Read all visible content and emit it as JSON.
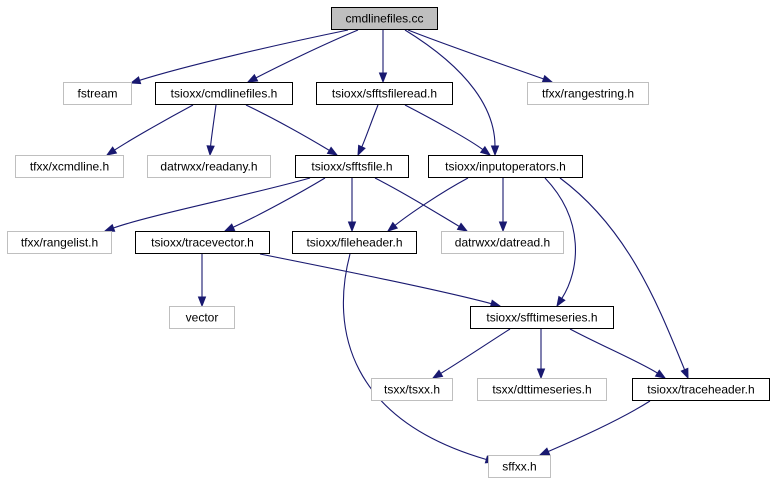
{
  "colors": {
    "edge": "#191970",
    "root_fill": "#bfbfbf",
    "root_stroke": "#000000",
    "documented_stroke": "#000000",
    "external_stroke": "#bfbfbf",
    "external_text": "#000000"
  },
  "nodes": [
    {
      "id": "cmdlinefiles_cc",
      "label": "cmdlinefiles.cc",
      "kind": "root"
    },
    {
      "id": "fstream",
      "label": "fstream",
      "kind": "external"
    },
    {
      "id": "tsioxx_cmdlinefiles_h",
      "label": "tsioxx/cmdlinefiles.h",
      "kind": "documented"
    },
    {
      "id": "tsioxx_sffftsfileread_h",
      "label": "tsioxx/sfftsfileread.h",
      "kind": "documented"
    },
    {
      "id": "tfxx_rangestring_h",
      "label": "tfxx/rangestring.h",
      "kind": "external"
    },
    {
      "id": "tfxx_xcmdline_h",
      "label": "tfxx/xcmdline.h",
      "kind": "external"
    },
    {
      "id": "datrwxx_readany_h",
      "label": "datrwxx/readany.h",
      "kind": "external"
    },
    {
      "id": "tsioxx_sfftsfile_h",
      "label": "tsioxx/sfftsfile.h",
      "kind": "documented"
    },
    {
      "id": "tsioxx_inputoperators_h",
      "label": "tsioxx/inputoperators.h",
      "kind": "documented"
    },
    {
      "id": "tfxx_rangelist_h",
      "label": "tfxx/rangelist.h",
      "kind": "external"
    },
    {
      "id": "tsioxx_tracevector_h",
      "label": "tsioxx/tracevector.h",
      "kind": "documented"
    },
    {
      "id": "tsioxx_fileheader_h",
      "label": "tsioxx/fileheader.h",
      "kind": "documented"
    },
    {
      "id": "datrwxx_datread_h",
      "label": "datrwxx/datread.h",
      "kind": "external"
    },
    {
      "id": "vector",
      "label": "vector",
      "kind": "external"
    },
    {
      "id": "tsioxx_sfftimeseries_h",
      "label": "tsioxx/sfftimeseries.h",
      "kind": "documented"
    },
    {
      "id": "tsxx_tsxx_h",
      "label": "tsxx/tsxx.h",
      "kind": "external"
    },
    {
      "id": "tsxx_dttimeseries_h",
      "label": "tsxx/dttimeseries.h",
      "kind": "external"
    },
    {
      "id": "tsioxx_traceheader_h",
      "label": "tsioxx/traceheader.h",
      "kind": "documented"
    },
    {
      "id": "sffxx_h",
      "label": "sffxx.h",
      "kind": "external"
    }
  ],
  "edges": [
    {
      "from": "cmdlinefiles_cc",
      "to": "fstream"
    },
    {
      "from": "cmdlinefiles_cc",
      "to": "tsioxx_cmdlinefiles_h"
    },
    {
      "from": "cmdlinefiles_cc",
      "to": "tsioxx_sffftsfileread_h"
    },
    {
      "from": "cmdlinefiles_cc",
      "to": "tfxx_rangestring_h"
    },
    {
      "from": "cmdlinefiles_cc",
      "to": "tsioxx_inputoperators_h"
    },
    {
      "from": "tsioxx_cmdlinefiles_h",
      "to": "tfxx_xcmdline_h"
    },
    {
      "from": "tsioxx_cmdlinefiles_h",
      "to": "datrwxx_readany_h"
    },
    {
      "from": "tsioxx_cmdlinefiles_h",
      "to": "tsioxx_sfftsfile_h"
    },
    {
      "from": "tsioxx_sffftsfileread_h",
      "to": "tsioxx_sfftsfile_h"
    },
    {
      "from": "tsioxx_sffftsfileread_h",
      "to": "tsioxx_inputoperators_h"
    },
    {
      "from": "tsioxx_sfftsfile_h",
      "to": "tfxx_rangelist_h"
    },
    {
      "from": "tsioxx_sfftsfile_h",
      "to": "tsioxx_tracevector_h"
    },
    {
      "from": "tsioxx_sfftsfile_h",
      "to": "tsioxx_fileheader_h"
    },
    {
      "from": "tsioxx_sfftsfile_h",
      "to": "datrwxx_datread_h"
    },
    {
      "from": "tsioxx_inputoperators_h",
      "to": "tsioxx_fileheader_h"
    },
    {
      "from": "tsioxx_inputoperators_h",
      "to": "datrwxx_datread_h"
    },
    {
      "from": "tsioxx_inputoperators_h",
      "to": "tsioxx_sfftimeseries_h"
    },
    {
      "from": "tsioxx_inputoperators_h",
      "to": "tsioxx_traceheader_h"
    },
    {
      "from": "tsioxx_tracevector_h",
      "to": "vector"
    },
    {
      "from": "tsioxx_tracevector_h",
      "to": "tsioxx_sfftimeseries_h"
    },
    {
      "from": "tsioxx_fileheader_h",
      "to": "sffxx_h"
    },
    {
      "from": "tsioxx_sfftimeseries_h",
      "to": "tsxx_tsxx_h"
    },
    {
      "from": "tsioxx_sfftimeseries_h",
      "to": "tsxx_dttimeseries_h"
    },
    {
      "from": "tsioxx_sfftimeseries_h",
      "to": "tsioxx_traceheader_h"
    },
    {
      "from": "tsioxx_traceheader_h",
      "to": "sffxx_h"
    }
  ]
}
